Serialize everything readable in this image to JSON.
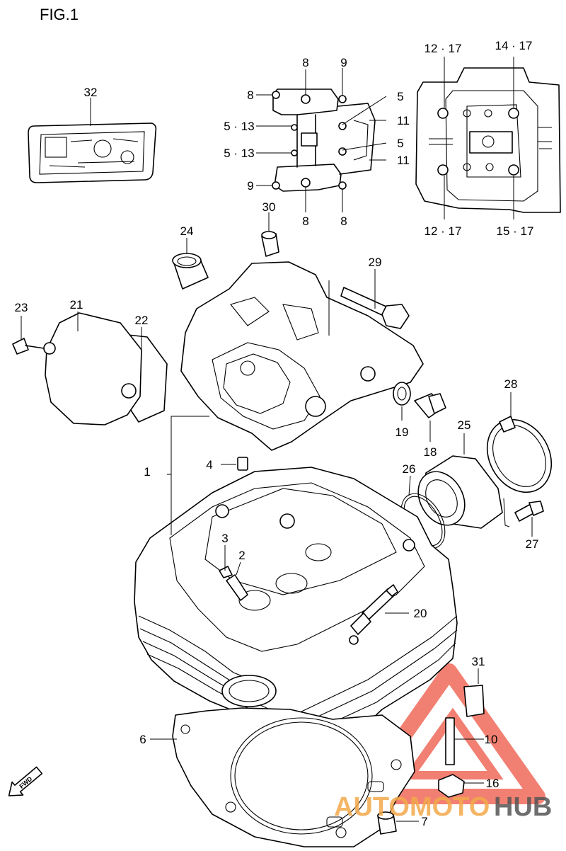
{
  "figure_title": "FIG.1",
  "fwd_label": "FWD",
  "watermark": {
    "brand": "AUTOMOTOHUB",
    "part1": "AUTOMOTO",
    "part2": "HUB",
    "color_primary": "#f06a5a",
    "color_secondary": "#f3a94b",
    "color_dark": "#555555"
  },
  "callouts": {
    "c1": "1",
    "c2": "2",
    "c3": "3",
    "c4": "4",
    "c6": "6",
    "c7": "7",
    "c10": "10",
    "c16": "16",
    "c18": "18",
    "c19": "19",
    "c20": "20",
    "c21": "21",
    "c22": "22",
    "c23": "23",
    "c24": "24",
    "c25": "25",
    "c26": "26",
    "c27": "27",
    "c28": "28",
    "c29": "29",
    "c30": "30",
    "c31": "31",
    "c32": "32",
    "ca_8a": "8",
    "ca_9a": "9",
    "ca_8b": "8",
    "ca_5a": "5",
    "ca_513a": "5 · 13",
    "ca_11a": "11",
    "ca_513b": "5 · 13",
    "ca_5b": "5",
    "ca_11b": "11",
    "ca_9b": "9",
    "ca_8c": "8",
    "ca_8d": "8",
    "cb_1217a": "12 · 17",
    "cb_1417": "14 · 17",
    "cb_1217b": "12 · 17",
    "cb_1517": "15 · 17"
  }
}
